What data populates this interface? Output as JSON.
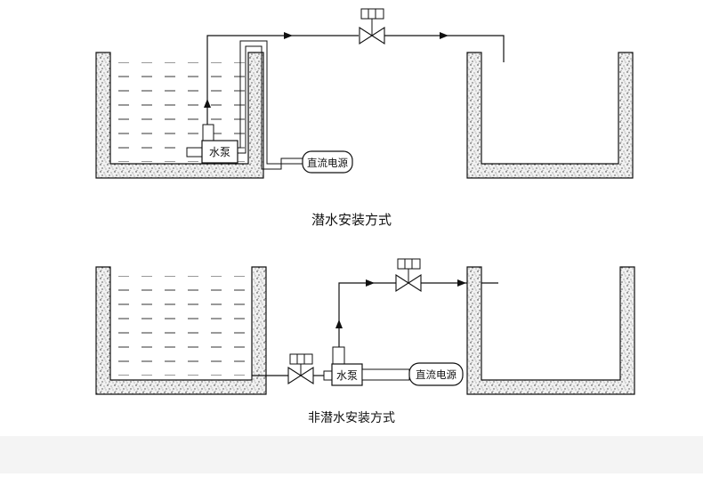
{
  "diagrams": [
    {
      "caption": "潜水安装方式",
      "pump_label": "水泵",
      "power_label": "直流电源"
    },
    {
      "caption": "非潜水安装方式",
      "pump_label": "水泵",
      "power_label": "直流电源"
    }
  ],
  "colors": {
    "line": "#111111",
    "concrete_fill": "#f1f1f1",
    "water_dash": "#333333",
    "background": "#ffffff",
    "footer_band": "#f4f4f4"
  },
  "icons": [
    "gate-valve-icon",
    "flow-arrow-icon"
  ]
}
